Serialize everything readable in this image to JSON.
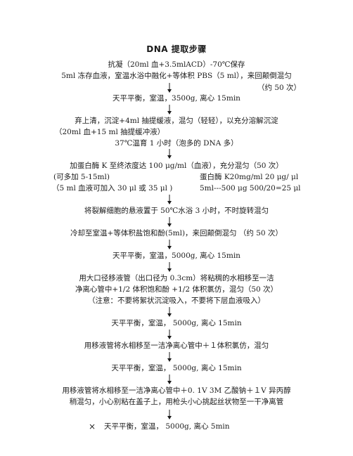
{
  "title": "DNA 提取步骤",
  "steps": {
    "s1_line1": "抗凝（20ml 血+3.5mlACD）-70℃保存",
    "s1_line2": "5ml 冻存血液，室温水浴中融化+等体积 PBS（5 ml），来回颠倒混匀",
    "s1_line3": "（约 50 次）",
    "s2": "天平平衡，室温，3500g, 离心 15min",
    "s3_line1": "弃上清，沉淀+4ml 抽提缓液，混匀（轻轻），以充分溶解沉淀",
    "s3_line2": "（20ml 血+15 ml 抽提缓冲液）",
    "s3_line3": "37℃温育 1 小时（泡多的 DNA 多）",
    "s4_line1": "加蛋白酶 K 至终浓度达 100 μg/ml（血液），充分混匀（50 次）",
    "s4_left2": "(可多加 5-15ml)",
    "s4_right2": "蛋白酶 K20mg/ml    20 μg/ μl",
    "s4_left3": "（5 ml 血液可加入 30  μl  或 35 μl )",
    "s4_right3": "5ml---500 μg      500/20=25 μl",
    "s5": "将裂解细胞的悬液置于 50℃水浴 3 小时，不时旋转混匀",
    "s6": "冷却至室温+等体积盐饱和酚(5ml)，来回颠倒混匀 （约 50 次）",
    "s7": "天平平衡，室温，5000g, 离心 15min",
    "s8_line1": "用大口径移液管（出口径为 0.3cm）将粘稠的水相移至一洁",
    "s8_line2": "净离心管中+1/2 体积饱和酚 +1/2 体积氯仿，混匀（50 次）",
    "s8_line3": "（注意：不要将絮状沉淀吸入，不要将下层血液吸入）",
    "s9": "天平平衡，室温，  5000g, 离心 15min",
    "s10": "用移液管将水相移至一洁净离心管中＋１体积氯仿，混匀",
    "s11": "天平平衡，室温，  5000g, 离心 15min",
    "s12_line1": "用移液管将水相移至一洁净离心管中＋0. 1V  3M 乙酸钠＋１V  异丙醇",
    "s12_line2": "稍混匀，小心别粘在盖子上，用枪头小心挑起丝状物至一干净离管",
    "s13": "天平平衡，室温，  5000g, 离心 5min",
    "x_mark": "×"
  }
}
